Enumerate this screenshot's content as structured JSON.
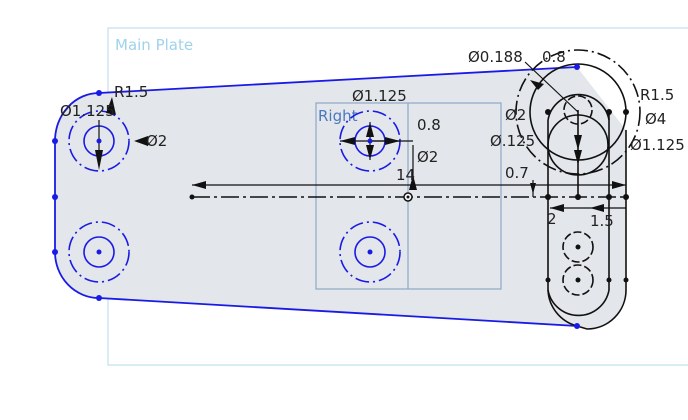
{
  "planes": {
    "main": {
      "label": "Main Plate",
      "color": "#9fd3ec"
    },
    "right": {
      "label": "Right",
      "color": "#4a78c0"
    }
  },
  "colors": {
    "sketch": "#1a1ae6",
    "constrained": "#111111",
    "face": "#e3e6ea"
  },
  "dimensions": {
    "left_hole_dia": "Ø1.125",
    "left_radius": "R1.5",
    "left_outer_dia": "Ø2",
    "mid_hole_dia": "Ø1.125",
    "mid_offset": "0.8",
    "mid_outer_dia": "Ø2",
    "span": "14",
    "top_small_dia": "Ø0.188",
    "top_offset": "0.8",
    "top_radius": "R1.5",
    "top_dia_a": "Ø2",
    "top_dia_b": "Ø.125",
    "top_outer_dia": "Ø4",
    "top_hole_dia": "Ø1.125",
    "vert_offset": "0.7",
    "slot_a": "2",
    "slot_b": "1.5"
  }
}
